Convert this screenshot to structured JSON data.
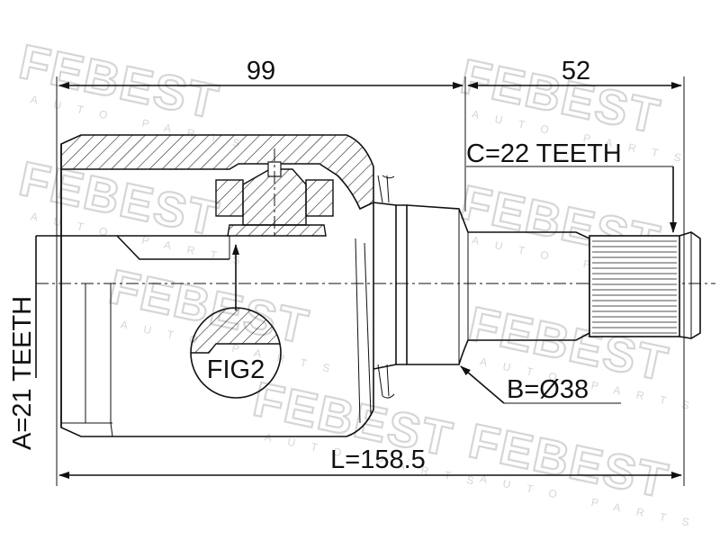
{
  "watermark": {
    "brand": "FEBEST",
    "sub": "AUTO PARTS"
  },
  "dimensions": {
    "length_99": "99",
    "length_52": "52",
    "teeth_c": "C=22 TEETH",
    "teeth_a": "A=21 TEETH",
    "diameter_b": "B=Ø38",
    "overall_l": "L=158.5"
  },
  "figure": {
    "fig_label": "FIG2"
  },
  "colors": {
    "line": "#111111",
    "watermark": "#d6d6d6",
    "background": "#ffffff"
  }
}
